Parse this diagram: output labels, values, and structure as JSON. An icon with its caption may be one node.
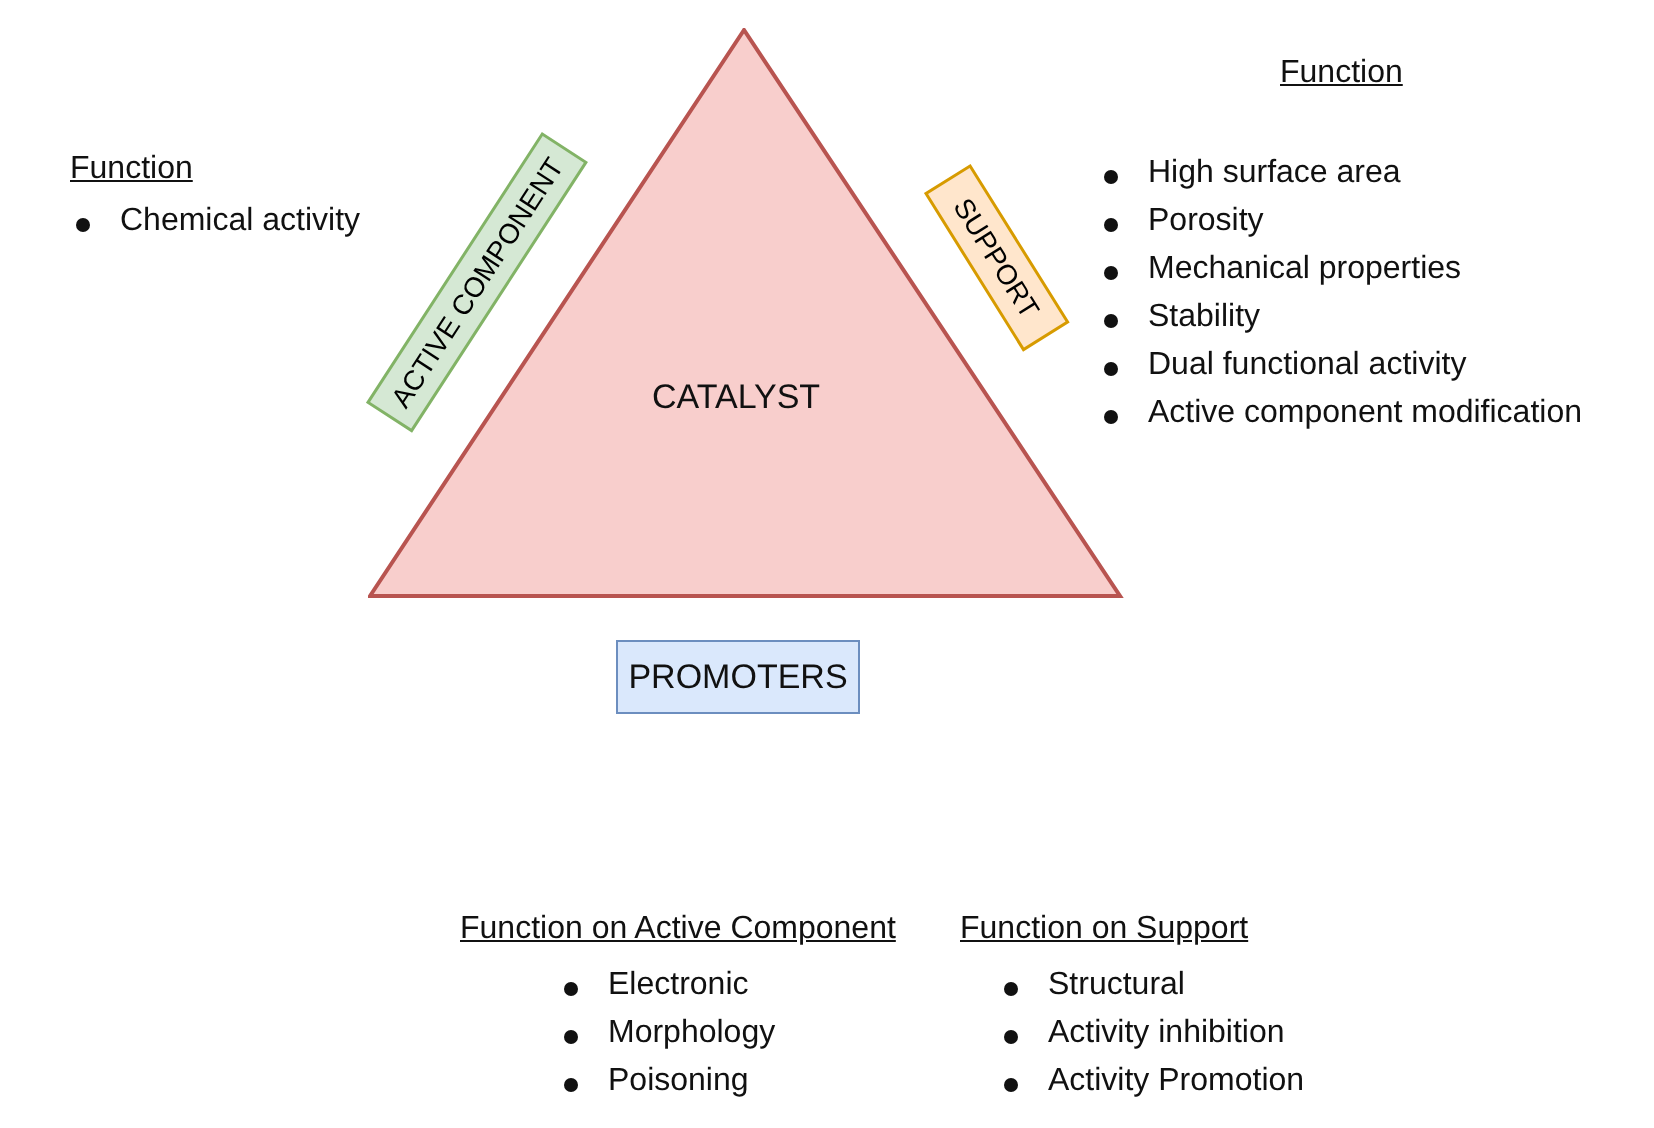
{
  "diagram": {
    "nodes": [
      {
        "text": [
          "CATALYST"
        ]
      },
      {
        "text": [
          "ACTIVE COMPONENT"
        ]
      },
      {
        "text": [
          "SUPPORT"
        ]
      },
      {
        "text": [
          "PROMOTERS"
        ]
      }
    ],
    "labels": [
      "Function",
      "Chemical activity",
      "Function",
      "High surface area",
      "Porosity",
      "Mechanical properties",
      "Stability",
      "Dual functional activity",
      "Active component modification",
      "Function on Active Component",
      "Function on Support",
      "Electronic",
      "Structural",
      "Morphology",
      "Activity inhibition",
      "Poisoning",
      "Activity Promotion"
    ]
  }
}
